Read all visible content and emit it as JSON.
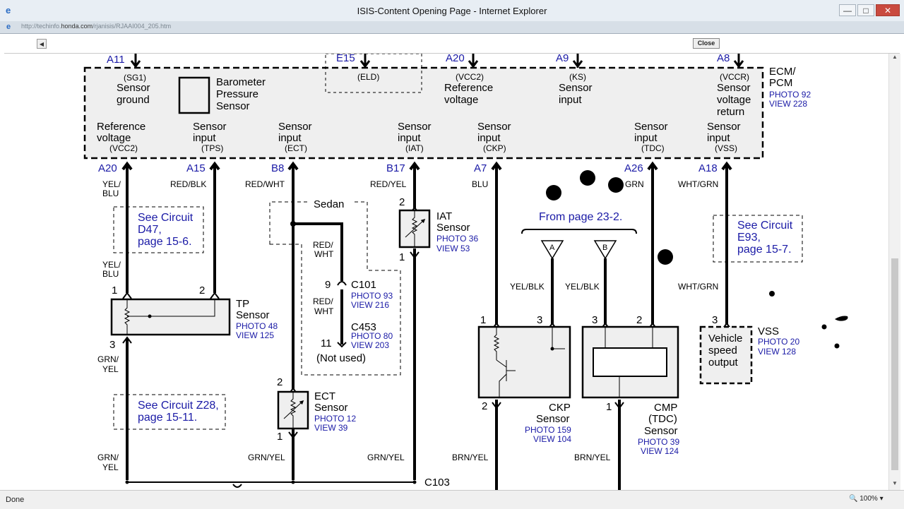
{
  "window": {
    "title": "ISIS-Content Opening Page - Internet Explorer",
    "minimize": "—",
    "maximize": "□",
    "close": "✕"
  },
  "address": {
    "url_prefix": "http://techinfo.",
    "url_domain": "honda.com",
    "url_path": "/rjanisis/RJAAI004_205.htm"
  },
  "toolbar": {
    "back": "◀",
    "close_label": "Close"
  },
  "status": {
    "text": "Done",
    "zoom": "100%"
  },
  "diagram": {
    "pins_top": [
      "A11",
      "E15",
      "A20",
      "A9",
      "A8"
    ],
    "pins_bottom": [
      "A20",
      "A15",
      "B8",
      "B17",
      "A7",
      "A26",
      "A18"
    ],
    "ecm_label": [
      "ECM/",
      "PCM"
    ],
    "ecm_photo": "PHOTO 92",
    "ecm_view": "VIEW 228",
    "top_signals": {
      "sg1": [
        "(SG1)",
        "Sensor",
        "ground"
      ],
      "baro": [
        "Barometer",
        "Pressure",
        "Sensor"
      ],
      "eld": "(ELD)",
      "vcc2": [
        "(VCC2)",
        "Reference",
        "voltage"
      ],
      "ks": [
        "(KS)",
        "Sensor",
        "input"
      ],
      "vccr": [
        "(VCCR)",
        "Sensor",
        "voltage",
        "return"
      ]
    },
    "bottom_signals": [
      [
        "Reference",
        "voltage",
        "(VCC2)"
      ],
      [
        "Sensor",
        "input",
        "(TPS)"
      ],
      [
        "Sensor",
        "input",
        "(ECT)"
      ],
      [
        "Sensor",
        "input",
        "(IAT)"
      ],
      [
        "Sensor",
        "input",
        "(CKP)"
      ],
      [
        "Sensor",
        "input",
        "(TDC)"
      ],
      [
        "Sensor",
        "input",
        "(VSS)"
      ]
    ],
    "wires": {
      "yel_blu": [
        "YEL/",
        "BLU"
      ],
      "red_blk": "RED/BLK",
      "red_wht": "RED/WHT",
      "red_yel": "RED/YEL",
      "blu": "BLU",
      "grn": "GRN",
      "wht_grn": "WHT/GRN",
      "grn_yel_split": [
        "GRN/",
        "YEL"
      ],
      "grn_yel": "GRN/YEL",
      "brn_yel": "BRN/YEL",
      "yel_blk": "YEL/BLK",
      "red_wht_split": [
        "RED/",
        "WHT"
      ]
    },
    "see_circuits": {
      "d47": [
        "See Circuit",
        "D47,",
        "page 15-6."
      ],
      "z28": [
        "See Circuit Z28,",
        "page 15-11."
      ],
      "e93": [
        "See Circuit",
        "E93,",
        "page 15-7."
      ]
    },
    "sedan": "Sedan",
    "from_page": "From page 23-2.",
    "connectors": {
      "c101": "C101",
      "c101_photo": "PHOTO 93",
      "c101_view": "VIEW 216",
      "c453": "C453",
      "c453_photo": "PHOTO 80",
      "c453_view": "VIEW 203",
      "not_used": "(Not used)",
      "c103": "C103"
    },
    "components": {
      "tp": [
        "TP",
        "Sensor"
      ],
      "tp_photo": "PHOTO 48",
      "tp_view": "VIEW 125",
      "iat": [
        "IAT",
        "Sensor"
      ],
      "iat_photo": "PHOTO 36",
      "iat_view": "VIEW 53",
      "ect": [
        "ECT",
        "Sensor"
      ],
      "ect_photo": "PHOTO 12",
      "ect_view": "VIEW 39",
      "ckp": [
        "CKP",
        "Sensor"
      ],
      "ckp_photo": "PHOTO 159",
      "ckp_view": "VIEW 104",
      "cmp": [
        "CMP",
        "(TDC)",
        "Sensor"
      ],
      "cmp_photo": "PHOTO 39",
      "cmp_view": "VIEW 124",
      "vss": [
        "Vehicle",
        "speed",
        "output"
      ],
      "vss_name": "VSS",
      "vss_photo": "PHOTO 20",
      "vss_view": "VIEW 128"
    },
    "pin_numbers": [
      "1",
      "2",
      "3",
      "2",
      "1",
      "9",
      "11",
      "2",
      "1",
      "1",
      "3",
      "2",
      "3",
      "2",
      "1",
      "3"
    ],
    "arrows": [
      "A",
      "B"
    ],
    "colors": {
      "link_blue": "#1a1aa6",
      "ecm_fill": "#efefef",
      "line": "#000000"
    }
  }
}
